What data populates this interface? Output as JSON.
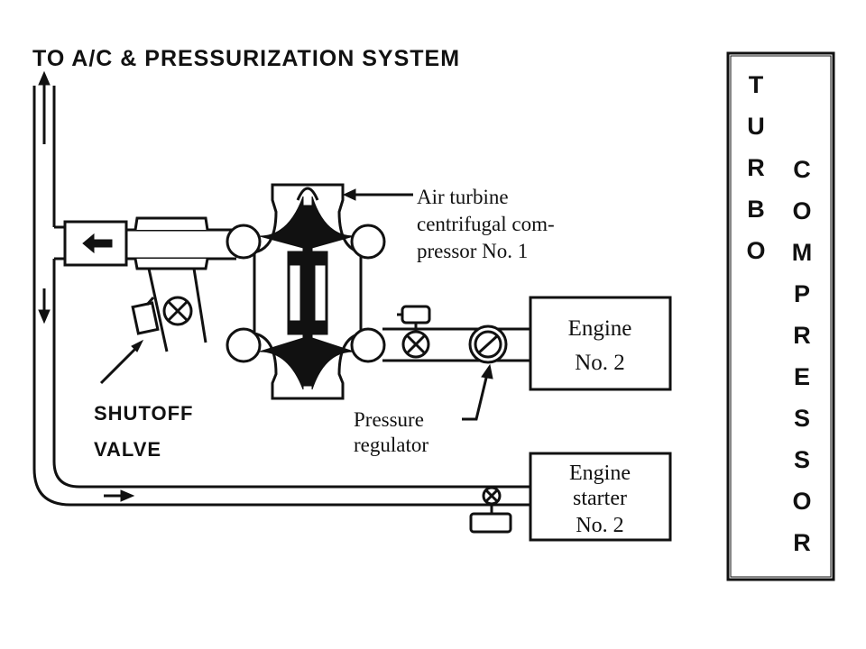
{
  "labels": {
    "title": "TO A/C & PRESSURIZATION SYSTEM",
    "turbine_line1": "Air turbine",
    "turbine_line2": "centrifugal com-",
    "turbine_line3": "pressor No. 1",
    "engine_line1": "Engine",
    "engine_line2": "No. 2",
    "shutoff_line1": "SHUTOFF",
    "shutoff_line2": "VALVE",
    "regulator_line1": "Pressure",
    "regulator_line2": "regulator",
    "starter_line1": "Engine",
    "starter_line2": "starter",
    "starter_line3": "No. 2"
  },
  "side_panel": {
    "word1_letters": [
      "T",
      "U",
      "R",
      "B",
      "O"
    ],
    "word2_letters": [
      "C",
      "O",
      "M",
      "P",
      "R",
      "E",
      "S",
      "S",
      "O",
      "R"
    ]
  },
  "colors": {
    "ink": "#111111",
    "background": "#ffffff"
  }
}
